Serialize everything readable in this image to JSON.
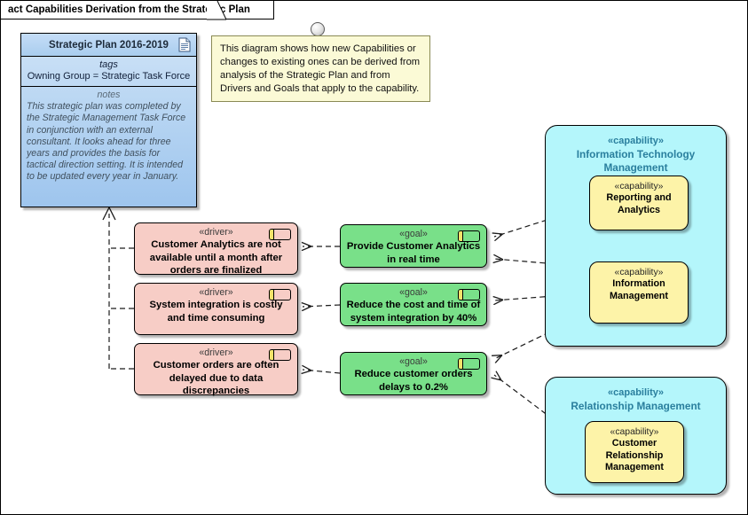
{
  "diagram": {
    "frame_title": "act Capabilities Derivation from the Strategic Plan"
  },
  "note": {
    "icon": "note-anchor-handle",
    "text": "This diagram shows how new Capabilities or changes to existing ones can be derived from analysis of the Strategic Plan and from Drivers and Goals that apply to the capability."
  },
  "strategic_plan": {
    "title": "Strategic Plan 2016-2019",
    "icon": "document-icon",
    "tags_caption": "tags",
    "tags_value": "Owning Group = Strategic Task Force",
    "notes_caption": "notes",
    "notes_text": "This strategic plan was completed by the Strategic Management Task Force in conjunction with an external consultant. It looks ahead for three years and provides the basis for tactical direction setting. It is intended to be updated every year in January."
  },
  "drivers": [
    {
      "stereotype": "«driver»",
      "name": "Customer Analytics are not available until a month after orders are finalized",
      "icon": "element-icon"
    },
    {
      "stereotype": "«driver»",
      "name": "System integration is costly and time consuming",
      "icon": "element-icon"
    },
    {
      "stereotype": "«driver»",
      "name": "Customer orders are often delayed due to data discrepancies",
      "icon": "element-icon"
    }
  ],
  "goals": [
    {
      "stereotype": "«goal»",
      "name": "Provide Customer Analytics in real time",
      "icon": "element-icon"
    },
    {
      "stereotype": "«goal»",
      "name": "Reduce the cost and time of system integration by 40%",
      "icon": "element-icon"
    },
    {
      "stereotype": "«goal»",
      "name": "Reduce customer orders delays to 0.2%",
      "icon": "element-icon"
    }
  ],
  "capability_groups": [
    {
      "stereotype": "«capability»",
      "name": "Information Technology Management",
      "children": [
        {
          "stereotype": "«capability»",
          "name": "Reporting and Analytics"
        },
        {
          "stereotype": "«capability»",
          "name": "Information Management"
        }
      ]
    },
    {
      "stereotype": "«capability»",
      "name": "Relationship Management",
      "children": [
        {
          "stereotype": "«capability»",
          "name": "Customer Relationship Management"
        }
      ]
    }
  ],
  "colors": {
    "driver_fill": "#f7cdc6",
    "goal_fill": "#79e089",
    "capability_group_fill": "#b4f6fb",
    "capability_leaf_fill": "#fdf3a8",
    "artifact_fill": "#b7d5f2",
    "note_fill": "#fbfad6",
    "capability_title_text": "#2a7f9e",
    "connector_stroke": "#000000"
  }
}
